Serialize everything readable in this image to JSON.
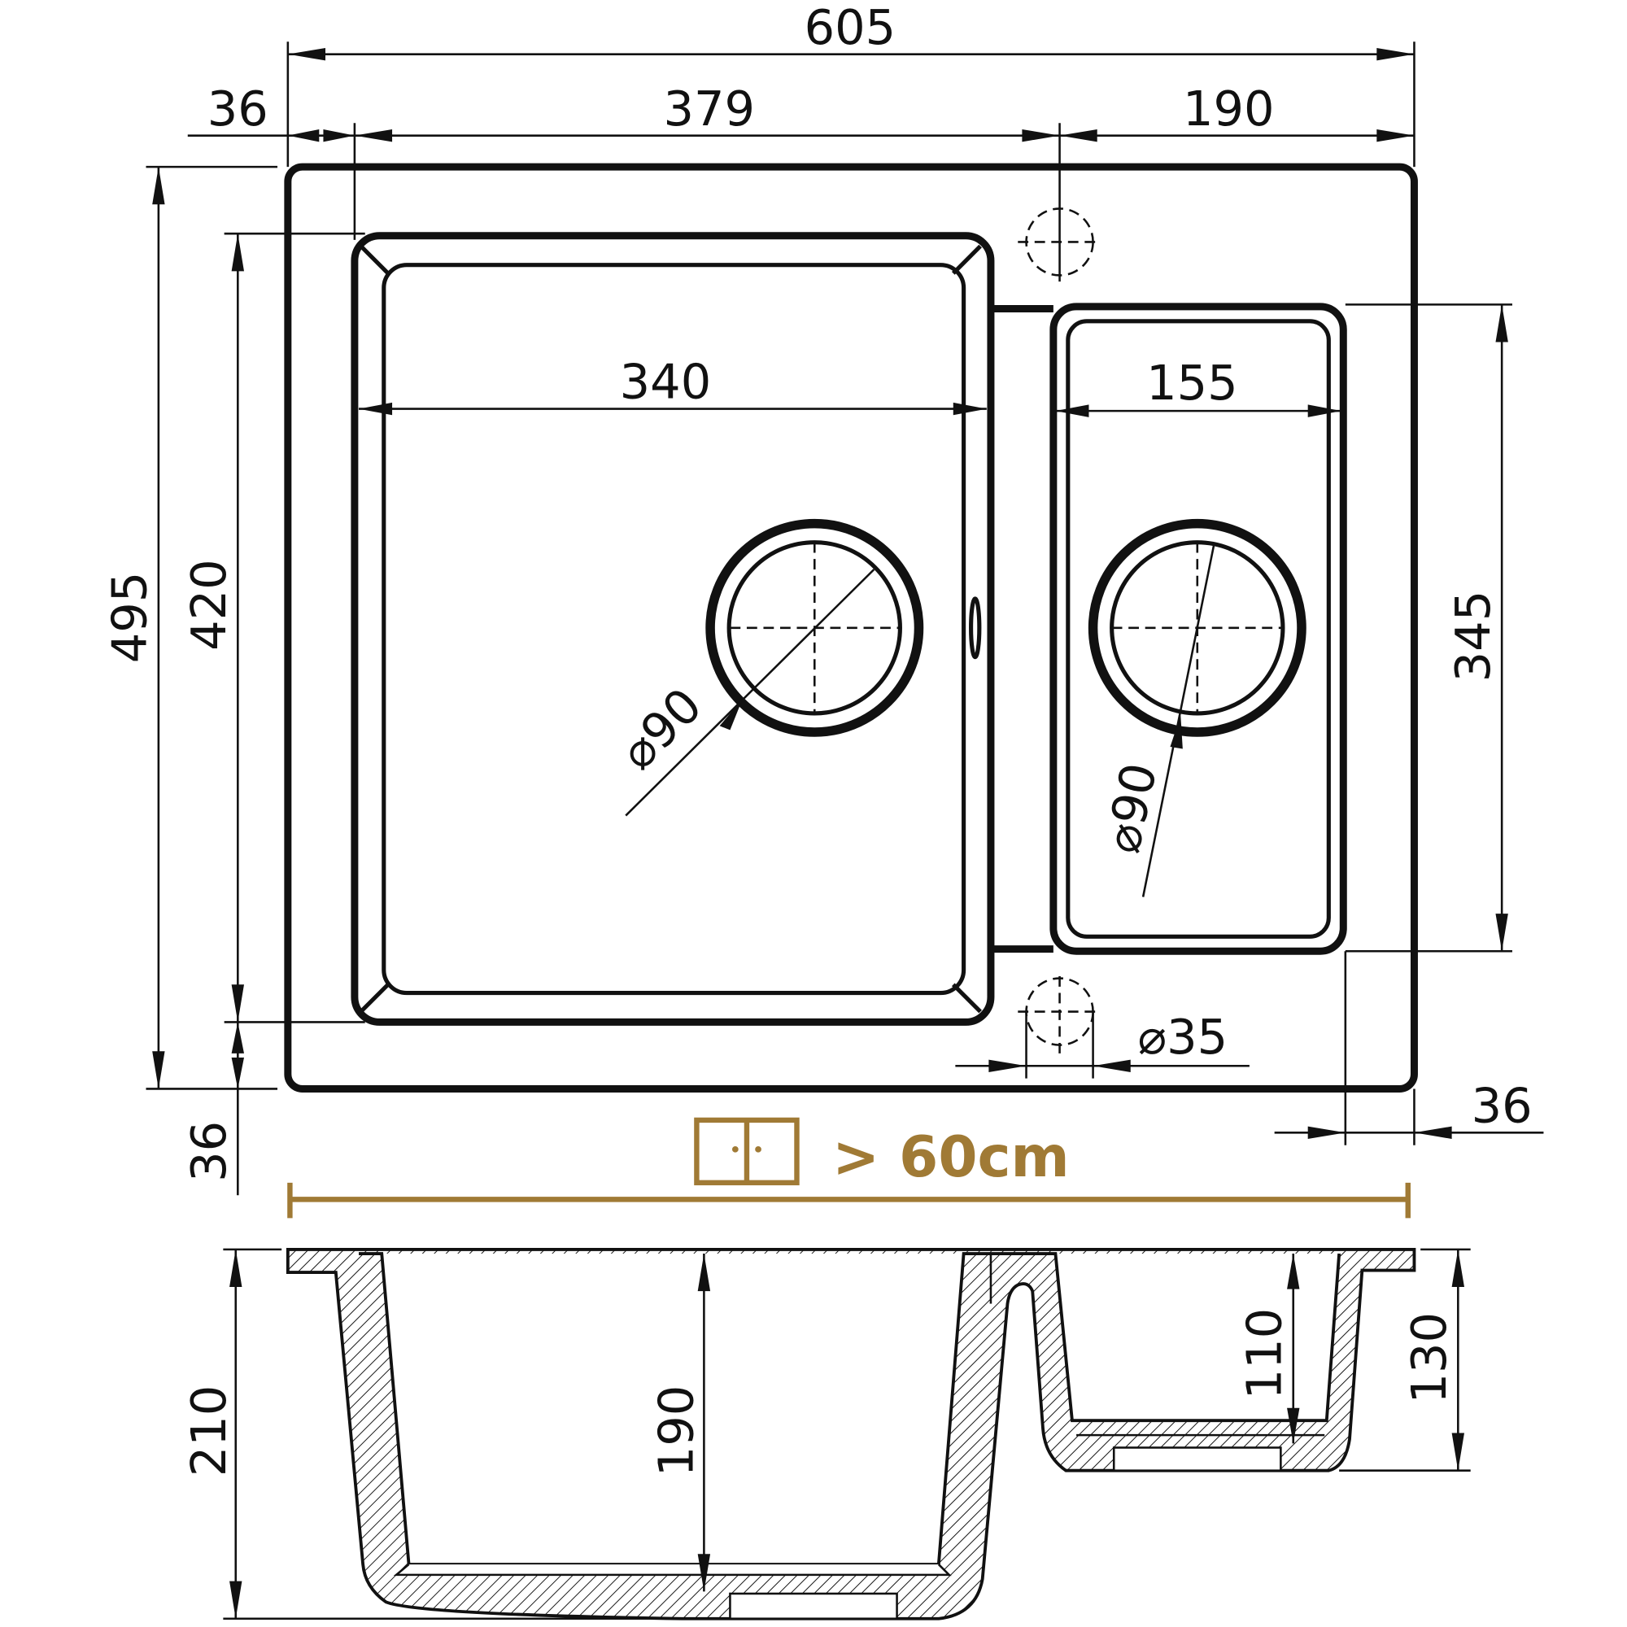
{
  "plan_view": {
    "overall_width": "605",
    "left_margin": "36",
    "main_bowl_span": "379",
    "right_span": "190",
    "overall_depth": "495",
    "main_bowl_depth": "420",
    "main_bowl_width": "340",
    "small_bowl_width": "155",
    "small_bowl_depth": "345",
    "drain_main": "⌀90",
    "drain_small": "⌀90",
    "tap_hole": "⌀35",
    "bottom_margin": "36",
    "right_margin": "36"
  },
  "cabinet": {
    "label": "> 60cm",
    "color": "#a07a35"
  },
  "section_view": {
    "total_height": "210",
    "main_bowl_depth": "190",
    "small_bowl_depth": "110",
    "small_total_height": "130"
  }
}
